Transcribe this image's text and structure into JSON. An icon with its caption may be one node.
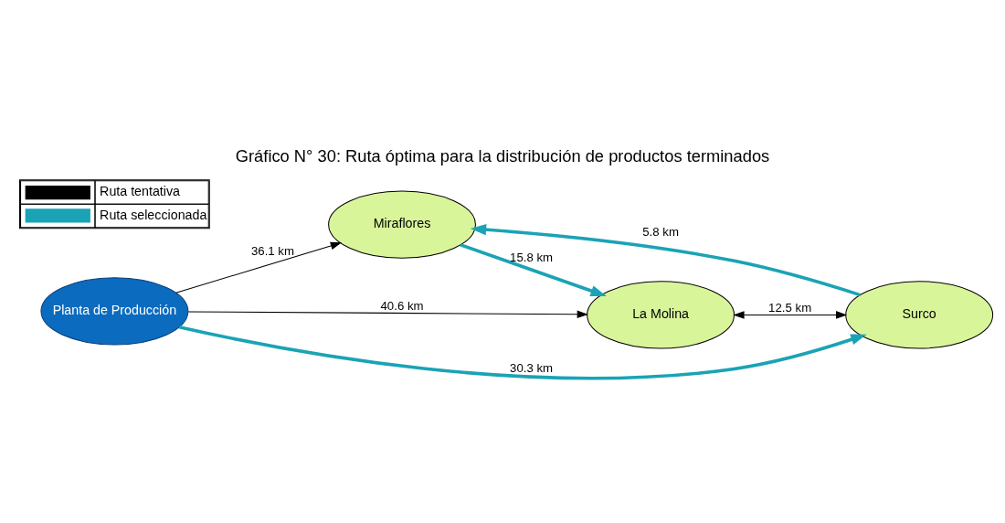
{
  "diagram": {
    "title": "Gráfico N° 30: Ruta óptima para la distribución de productos terminados",
    "nodes": [
      {
        "text": [
          "Miraflores"
        ]
      },
      {
        "text": [
          "La Molina"
        ]
      },
      {
        "text": [
          "Surco"
        ]
      },
      {
        "text": [
          "Planta de Producción"
        ]
      }
    ],
    "edges": [
      {
        "from": 3,
        "to": 0,
        "arrow": "to",
        "label": "36.1 km"
      },
      {
        "from": 0,
        "to": 1,
        "arrow": "to",
        "label": "15.8 km",
        "style": "thick",
        "color": "#1aa3b5"
      },
      {
        "from": 3,
        "to": 1,
        "arrow": "to",
        "label": "40.6 km"
      },
      {
        "from": 1,
        "to": 2,
        "arrow": "both",
        "label": "12.5 km"
      },
      {
        "from": 2,
        "to": 0,
        "arrow": "to",
        "label": "5.8 km",
        "style": "thick",
        "color": "#1aa3b5"
      },
      {
        "from": 3,
        "to": 2,
        "arrow": "to",
        "label": "30.3 km",
        "style": "thick",
        "color": "#1aa3b5"
      }
    ],
    "legend": [
      {
        "text": "Ruta tentativa"
      },
      {
        "text": "Ruta seleccionada"
      }
    ]
  }
}
